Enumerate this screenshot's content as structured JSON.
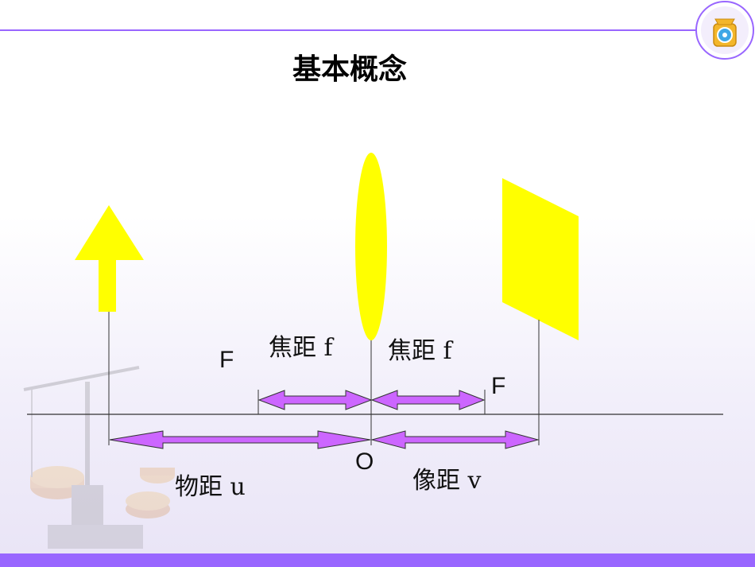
{
  "title": "基本概念",
  "labels": {
    "focal_left": "焦距 f",
    "focal_right": "焦距 f",
    "focus_left": "F",
    "focus_right": "F",
    "optical_center": "O",
    "object_distance": "物距 u",
    "image_distance": "像距 v"
  },
  "colors": {
    "accent": "#9966ff",
    "arrow_fill": "#cc66ff",
    "object_fill": "#ffff00",
    "bottom_bar": "#9966ff"
  },
  "icons": {
    "logo": "scale-magnifier-icon",
    "watermark": "balance-scale-icon"
  }
}
